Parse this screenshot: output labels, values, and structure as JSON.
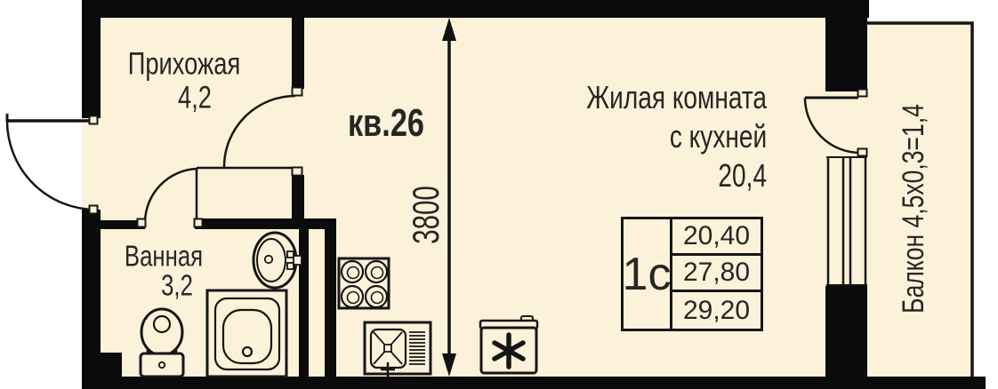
{
  "apartment": {
    "label": "кв.26"
  },
  "rooms": {
    "hallway": {
      "name": "Прихожая",
      "area": "4,2"
    },
    "bathroom": {
      "name": "Ванная",
      "area": "3,2"
    },
    "living": {
      "name_line1": "Жилая комната",
      "name_line2": "с кухней",
      "area": "20,4"
    },
    "balcony": {
      "label": "Балкон 4,5х0,3=1,4"
    }
  },
  "dimension": {
    "value": "3800"
  },
  "info_table": {
    "unit_type": "1с",
    "values": [
      "20,40",
      "27,80",
      "29,20"
    ]
  },
  "icons": {
    "fixtures": [
      "entrance-door",
      "hallway-door",
      "bathroom-door",
      "balcony-door",
      "balcony-window",
      "stove",
      "kitchen-sink",
      "fridge",
      "toilet",
      "bathtub",
      "washbasin"
    ]
  },
  "colors": {
    "floor": "#FCF2D9",
    "wall": "#0B0B0B",
    "line": "#161616",
    "text": "#262626",
    "background": "#FFFFFF"
  }
}
